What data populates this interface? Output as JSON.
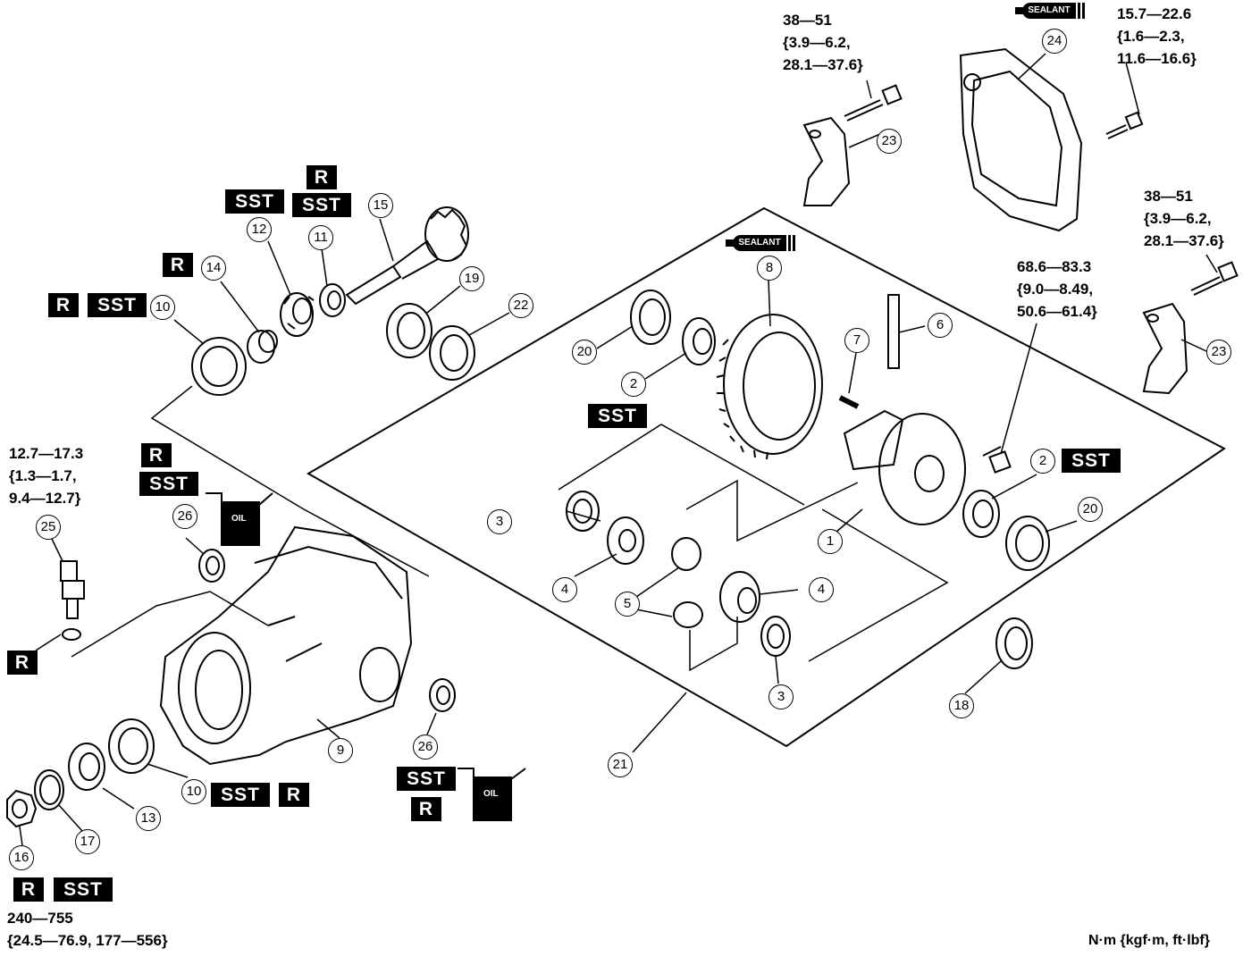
{
  "torque_specs": {
    "t1": "38—51\n{3.9—6.2,\n28.1—37.6}",
    "t2": "15.7—22.6\n{1.6—2.3,\n11.6—16.6}",
    "t3": "38—51\n{3.9—6.2,\n28.1—37.6}",
    "t4": "68.6—83.3\n{9.0—8.49,\n50.6—61.4}",
    "t5": "12.7—17.3\n{1.3—1.7,\n9.4—12.7}",
    "t6": "240—755\n{24.5—76.9, 177—556}"
  },
  "badges": {
    "sst": "SST",
    "r": "R",
    "sealant": "SEALANT",
    "oil": "OIL"
  },
  "callouts": [
    "1",
    "2",
    "3",
    "4",
    "5",
    "6",
    "7",
    "8",
    "9",
    "10",
    "11",
    "12",
    "13",
    "14",
    "15",
    "16",
    "17",
    "18",
    "19",
    "20",
    "21",
    "22",
    "23",
    "24",
    "25",
    "26"
  ],
  "units_note": "N·m {kgf·m,  ft·lbf}"
}
